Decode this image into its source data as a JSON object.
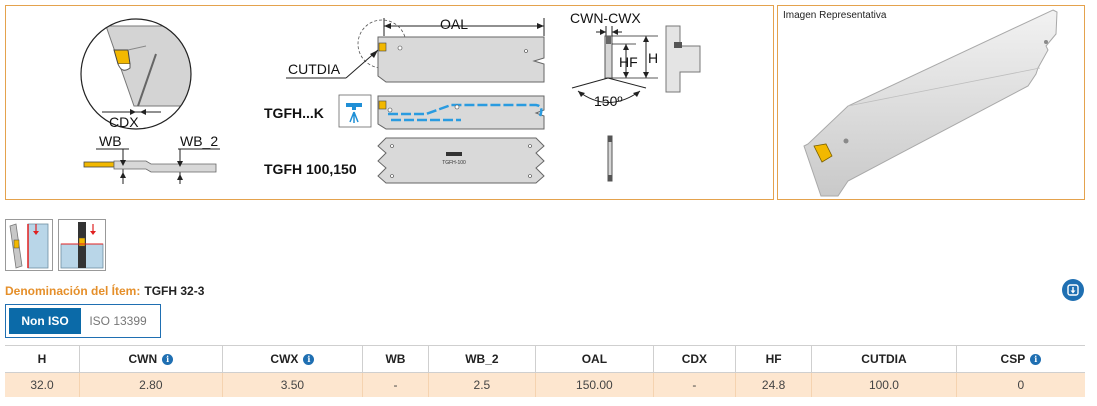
{
  "diagram": {
    "labels": {
      "oal": "OAL",
      "cwn_cwx": "CWN-CWX",
      "cutdia": "CUTDIA",
      "cdx": "CDX",
      "wb": "WB",
      "wb_2": "WB_2",
      "hf": "HF",
      "h": "H",
      "angle": "150º",
      "variant_k": "TGFH...K",
      "variant_100_150": "TGFH 100,150",
      "blade_marking": "TGFH-100"
    },
    "icons": [
      "coolant-tap-icon"
    ]
  },
  "image_panel": {
    "caption": "Imagen Representativa"
  },
  "thumbnails": [
    {
      "name": "application-thumbnail-1"
    },
    {
      "name": "application-thumbnail-2"
    }
  ],
  "item": {
    "label": "Denominación del Ítem:",
    "value": "TGFH 32-3"
  },
  "standard_toggle": {
    "active": "Non ISO",
    "inactive": "ISO 13399"
  },
  "table": {
    "headers": [
      {
        "text": "H",
        "info": false
      },
      {
        "text": "CWN",
        "info": true
      },
      {
        "text": "CWX",
        "info": true
      },
      {
        "text": "WB",
        "info": false
      },
      {
        "text": "WB_2",
        "info": false
      },
      {
        "text": "OAL",
        "info": false
      },
      {
        "text": "CDX",
        "info": false
      },
      {
        "text": "HF",
        "info": false
      },
      {
        "text": "CUTDIA",
        "info": false
      },
      {
        "text": "CSP",
        "info": true
      }
    ],
    "rows": [
      [
        "32.0",
        "2.80",
        "3.50",
        "-",
        "2.5",
        "150.00",
        "-",
        "24.8",
        "100.0",
        "0"
      ]
    ]
  },
  "info_icon_glyph": "i",
  "colors": {
    "accent_blue": "#1f6fb2",
    "orange_label": "#e58f2a",
    "row_bg": "#fde6cf",
    "panel_border": "#e4a24d"
  }
}
